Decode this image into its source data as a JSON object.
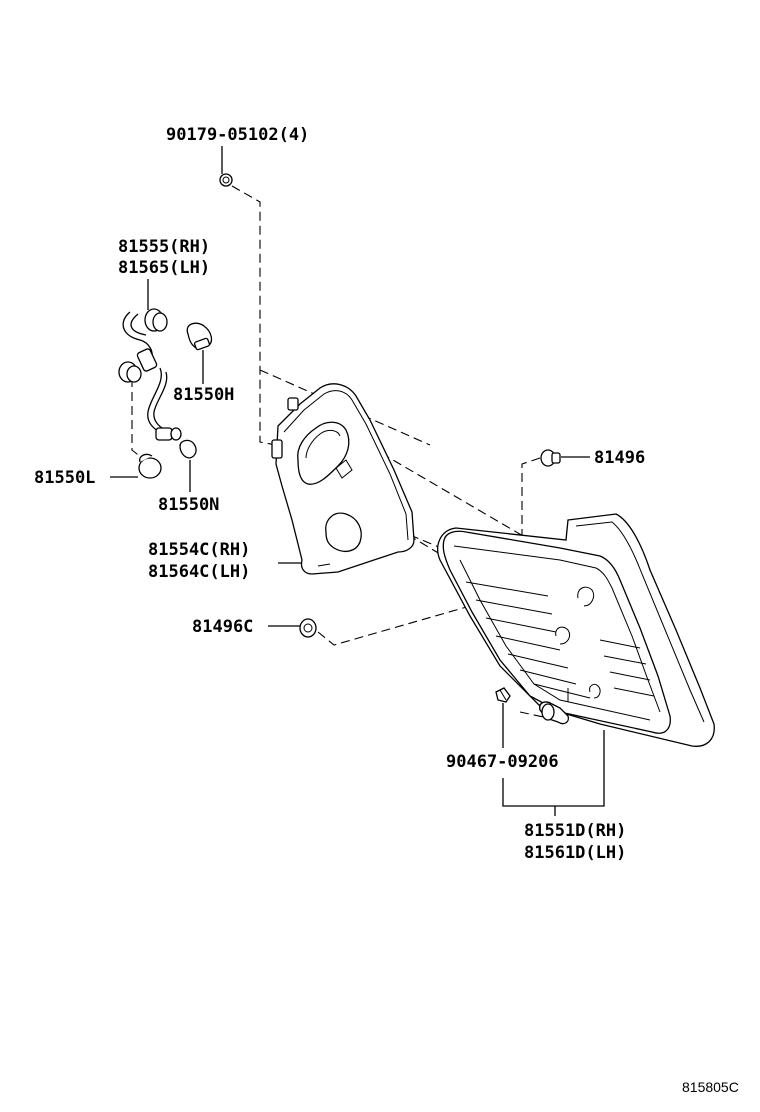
{
  "labels": {
    "screw_nut": "90179-05102(4)",
    "socket_rh": "81555(RH)",
    "socket_lh": "81565(LH)",
    "bulb_h": "81550H",
    "bulb_l": "81550L",
    "bulb_n": "81550N",
    "cover_rh": "81554C(RH)",
    "cover_lh": "81564C(LH)",
    "clip_top": "81496",
    "clip_c": "81496C",
    "screw": "90467-09206",
    "lamp_rh": "81551D(RH)",
    "lamp_lh": "81561D(LH)"
  },
  "diagram_code": "815805C"
}
